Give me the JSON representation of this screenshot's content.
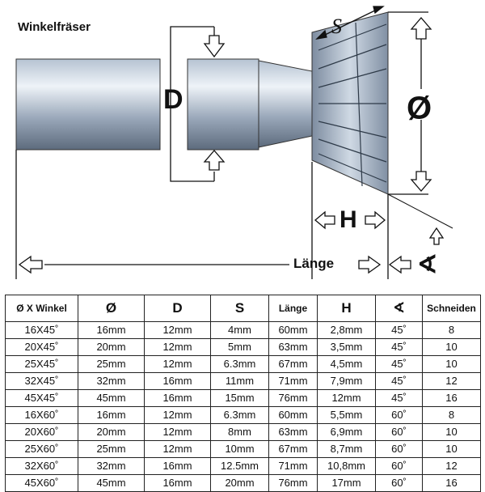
{
  "diagram": {
    "title": "Winkelfräser",
    "labels": {
      "shank_diameter": "D",
      "diameter": "Ø",
      "height": "H",
      "cutting_length": "S",
      "length": "Länge",
      "angle": "∢"
    }
  },
  "table": {
    "headers": [
      "Ø X Winkel",
      "Ø",
      "D",
      "S",
      "Länge",
      "H",
      "∢",
      "Schneiden"
    ],
    "rows": [
      [
        "16X45˚",
        "16mm",
        "12mm",
        "4mm",
        "60mm",
        "2,8mm",
        "45˚",
        "8"
      ],
      [
        "20X45˚",
        "20mm",
        "12mm",
        "5mm",
        "63mm",
        "3,5mm",
        "45˚",
        "10"
      ],
      [
        "25X45˚",
        "25mm",
        "12mm",
        "6.3mm",
        "67mm",
        "4,5mm",
        "45˚",
        "10"
      ],
      [
        "32X45˚",
        "32mm",
        "16mm",
        "11mm",
        "71mm",
        "7,9mm",
        "45˚",
        "12"
      ],
      [
        "45X45˚",
        "45mm",
        "16mm",
        "15mm",
        "76mm",
        "12mm",
        "45˚",
        "16"
      ],
      [
        "16X60˚",
        "16mm",
        "12mm",
        "6.3mm",
        "60mm",
        "5,5mm",
        "60˚",
        "8"
      ],
      [
        "20X60˚",
        "20mm",
        "12mm",
        "8mm",
        "63mm",
        "6,9mm",
        "60˚",
        "10"
      ],
      [
        "25X60˚",
        "25mm",
        "12mm",
        "10mm",
        "67mm",
        "8,7mm",
        "60˚",
        "10"
      ],
      [
        "32X60˚",
        "32mm",
        "16mm",
        "12.5mm",
        "71mm",
        "10,8mm",
        "60˚",
        "12"
      ],
      [
        "45X60˚",
        "45mm",
        "16mm",
        "20mm",
        "76mm",
        "17mm",
        "60˚",
        "16"
      ]
    ]
  },
  "colors": {
    "steel_light": "#dfe7f0",
    "steel_dark": "#6f7f92",
    "line": "#111111"
  }
}
